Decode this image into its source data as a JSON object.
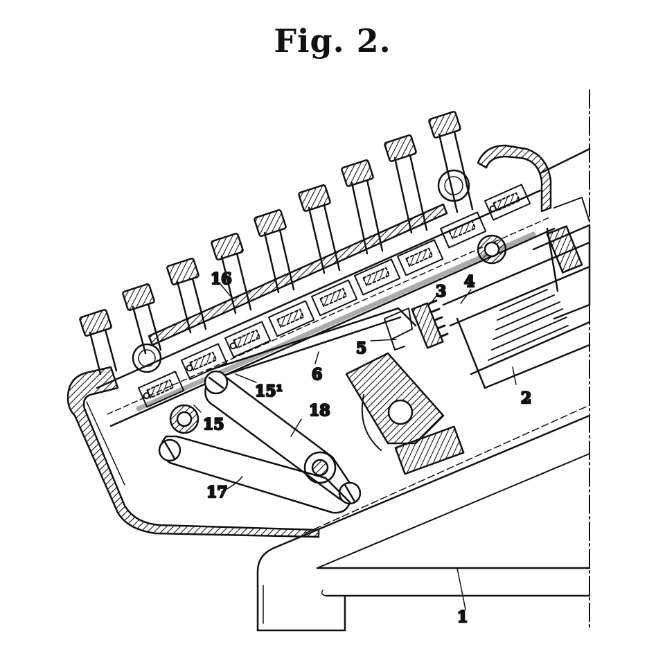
{
  "figure": {
    "title": "Fig. 2.",
    "labels": {
      "l1": "1",
      "l2": "2",
      "l3": "3",
      "l4": "4",
      "l5": "5",
      "l6": "6",
      "l15": "15",
      "l15a": "15¹",
      "l16": "16",
      "l17": "17",
      "l18": "18"
    }
  }
}
